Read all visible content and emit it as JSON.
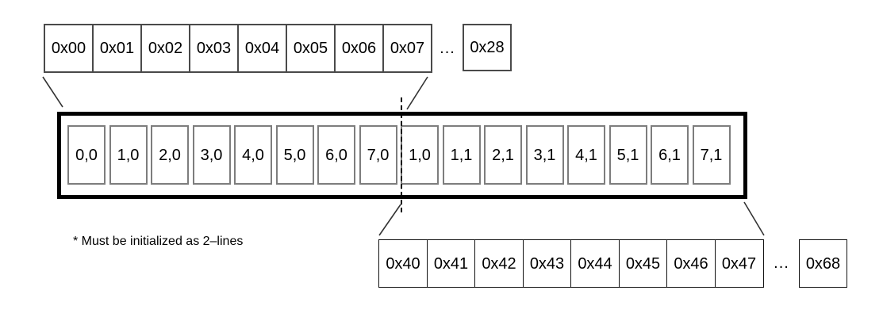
{
  "top_row": {
    "cells": [
      "0x00",
      "0x01",
      "0x02",
      "0x03",
      "0x04",
      "0x05",
      "0x06",
      "0x07"
    ],
    "ellipsis": "...",
    "tail_cell": "0x28"
  },
  "line_buffer": {
    "cells": [
      "0,0",
      "1,0",
      "2,0",
      "3,0",
      "4,0",
      "5,0",
      "6,0",
      "7,0",
      "1,0",
      "1,1",
      "2,1",
      "3,1",
      "4,1",
      "5,1",
      "6,1",
      "7,1"
    ]
  },
  "bottom_row": {
    "cells": [
      "0x40",
      "0x41",
      "0x42",
      "0x43",
      "0x44",
      "0x45",
      "0x46",
      "0x47"
    ],
    "ellipsis": "...",
    "tail_cell": "0x68"
  },
  "footnote": "* Must be initialized as 2–lines",
  "colors": {
    "background": "#ffffff",
    "line_buffer_border": "#000000",
    "inner_cell_border": "#7d7d7d",
    "top_row_border": "#4a4a4a",
    "bottom_row_border": "#111111",
    "text": "#000000"
  }
}
